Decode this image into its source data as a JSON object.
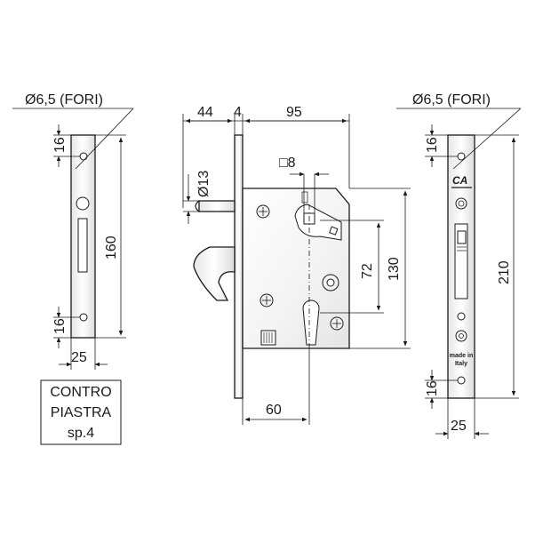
{
  "labels": {
    "left_hole": "Ø6,5 (FORI)",
    "right_hole": "Ø6,5 (FORI)",
    "left_top_offset": "16",
    "left_bottom_offset": "16",
    "left_height": "160",
    "left_width": "25",
    "top_44": "44",
    "top_4": "4",
    "top_95": "95",
    "bolt_diameter": "Ø13",
    "square_spindle": "□8",
    "dim_72": "72",
    "dim_130": "130",
    "bottom_60": "60",
    "right_top_offset": "16",
    "right_height": "210",
    "right_bottom_offset": "16",
    "right_width": "25",
    "brand_logo": "CA",
    "made_in_1": "made in",
    "made_in_2": "Italy"
  },
  "caption": {
    "line1": "CONTRO",
    "line2": "PIASTRA",
    "line3": "sp.4"
  }
}
